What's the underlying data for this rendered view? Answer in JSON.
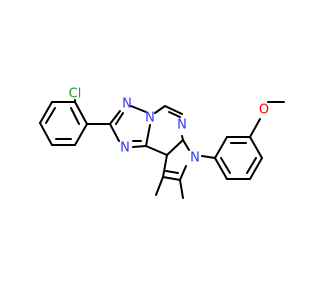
{
  "colors": {
    "bond": "#000000",
    "nitrogen": "#3333ff",
    "oxygen": "#ff0000",
    "chlorine": "#1fa01f"
  },
  "atoms": {
    "cl": "Cl",
    "n_triazole_top": "N",
    "n_triazole_bridge": "N",
    "n_triazole_bottom": "N",
    "n_pyrimidine": "N",
    "n_pyrrole": "N",
    "o_methoxy": "O"
  }
}
